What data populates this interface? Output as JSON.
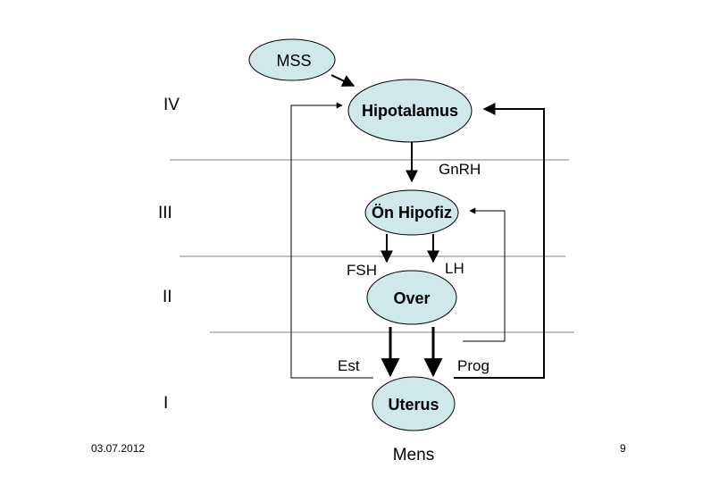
{
  "colors": {
    "node_fill": "#cfe8ea",
    "stroke": "#000000",
    "divider": "#555555"
  },
  "nodes": {
    "mss": "MSS",
    "hipotalamus": "Hipotalamus",
    "on_hipofiz": "Ön Hipofiz",
    "over": "Over",
    "uterus": "Uterus"
  },
  "levels": {
    "iv": "IV",
    "iii": "III",
    "ii": "II",
    "i": "I"
  },
  "edge_labels": {
    "gnrh": "GnRH",
    "fsh": "FSH",
    "lh": "LH",
    "est": "Est",
    "prog": "Prog",
    "mens": "Mens"
  },
  "footer": {
    "date": "03.07.2012",
    "page": "9"
  }
}
